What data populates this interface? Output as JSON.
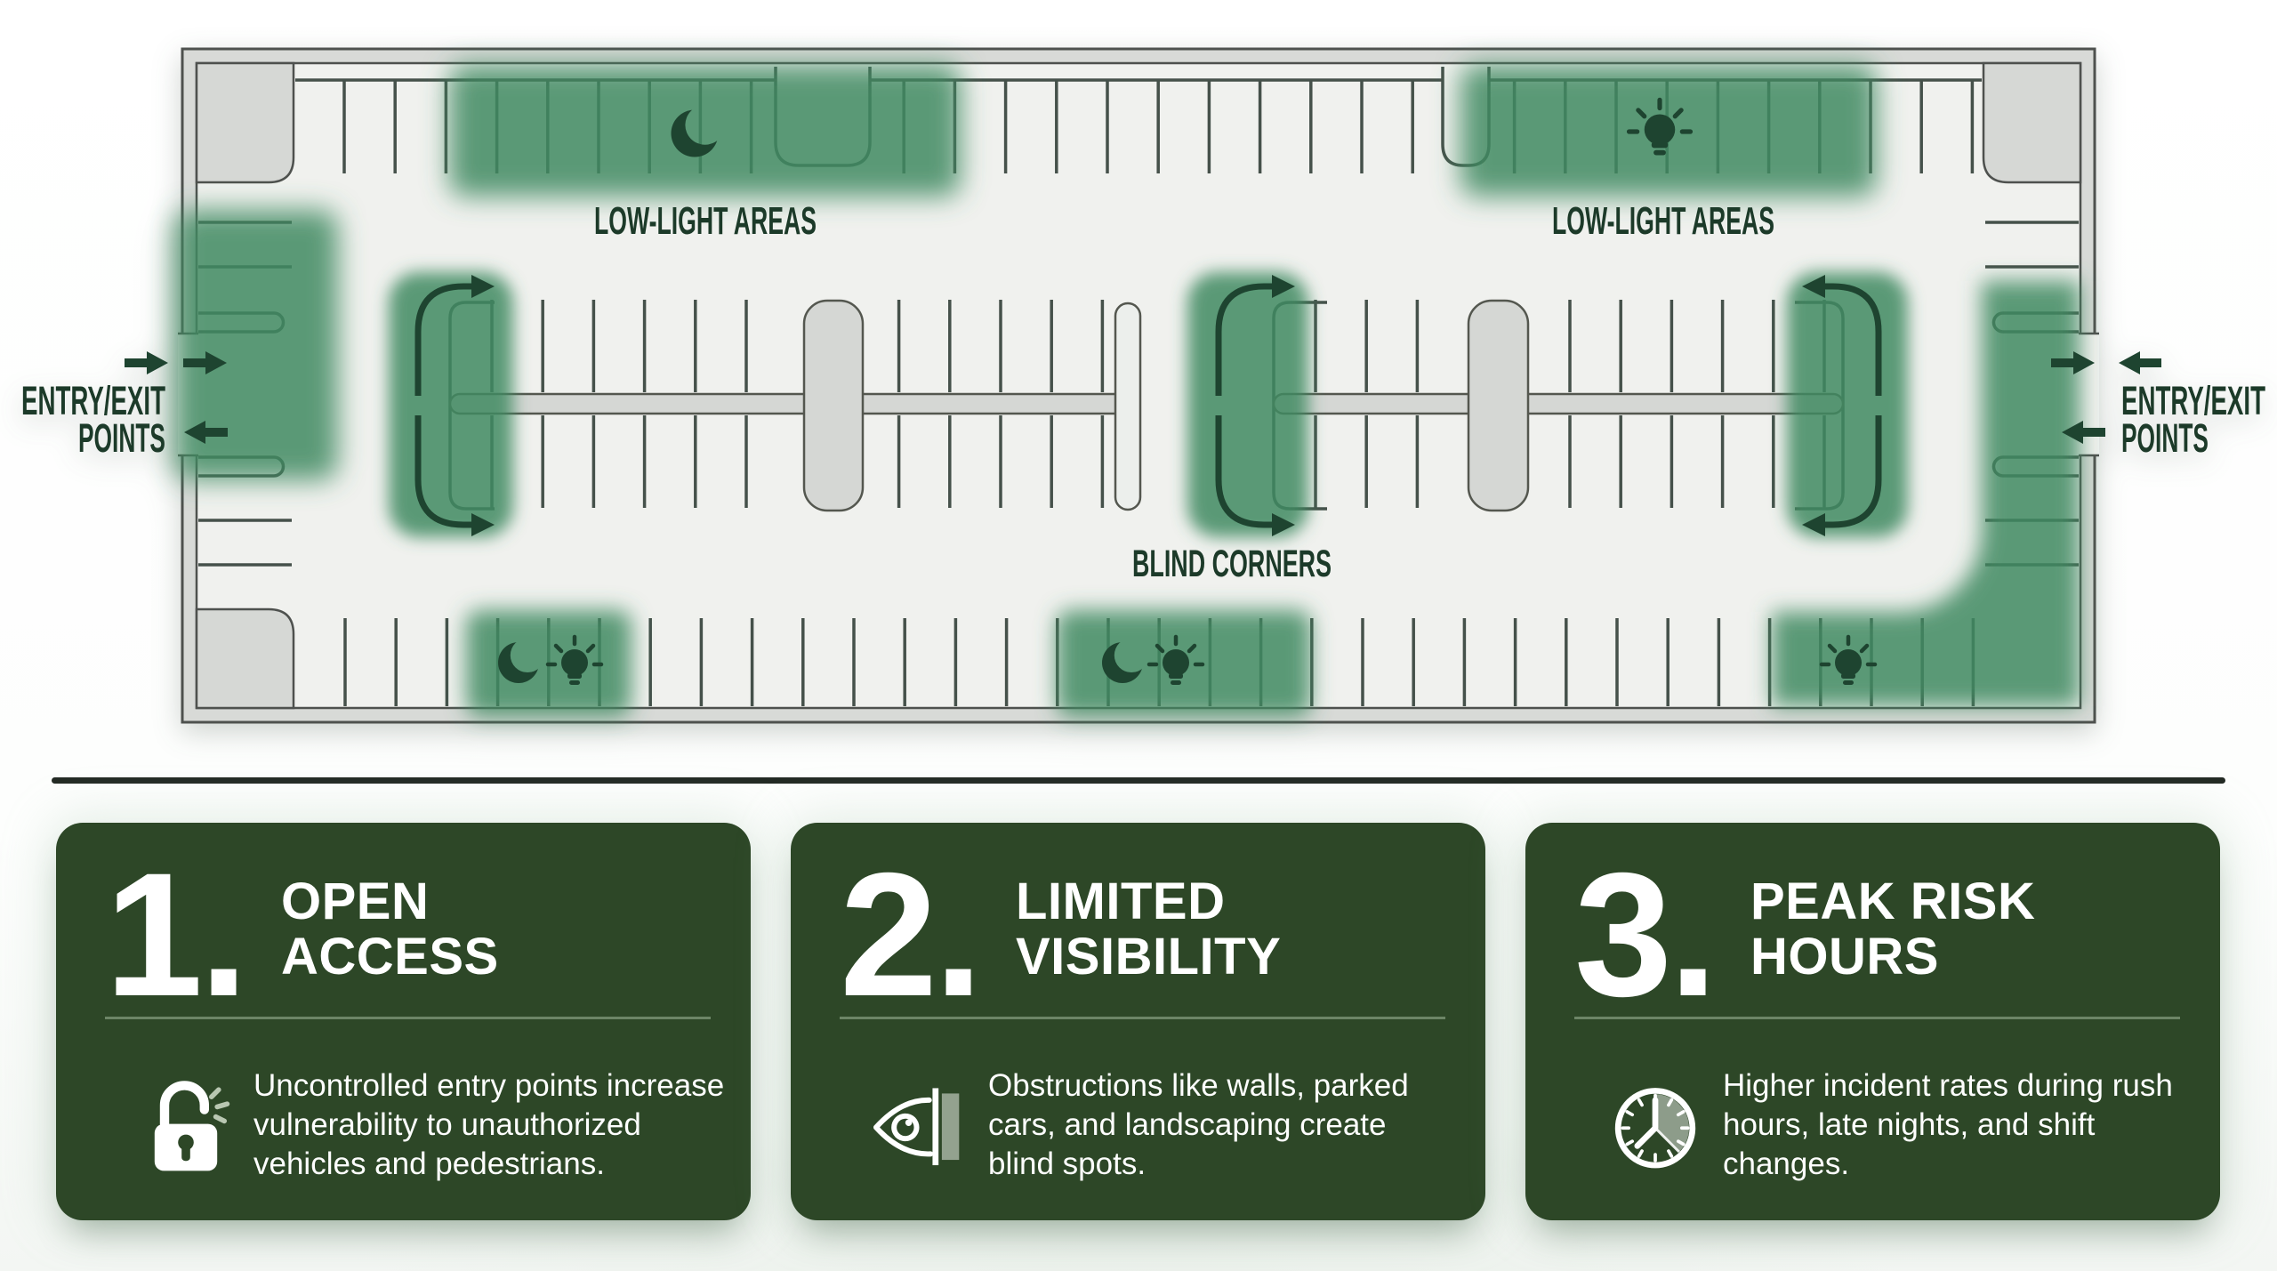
{
  "map": {
    "zones": {
      "low_light_top_left": {
        "label": "LOW-LIGHT AREAS",
        "icons": [
          "moon-icon"
        ]
      },
      "low_light_top_right": {
        "label": "LOW-LIGHT AREAS",
        "icons": [
          "light-bulb-icon"
        ]
      },
      "blind_corners": {
        "label": "BLIND CORNERS",
        "icons": [
          "u-turn-arrow-icon"
        ]
      },
      "entry_left": {
        "label_line1": "ENTRY/EXIT",
        "label_line2": "POINTS",
        "icons": [
          "entry-arrow-icon"
        ]
      },
      "entry_right": {
        "label_line1": "ENTRY/EXIT",
        "label_line2": "POINTS",
        "icons": [
          "entry-arrow-icon"
        ]
      },
      "bottom_left_stalls": {
        "icons": [
          "moon-icon",
          "light-bulb-icon"
        ]
      },
      "bottom_center_stalls": {
        "icons": [
          "moon-icon",
          "light-bulb-icon"
        ]
      },
      "bottom_right_stalls": {
        "icons": [
          "light-bulb-icon"
        ]
      }
    },
    "colors": {
      "zone_green": "#579b74",
      "label_green": "#1c3a29",
      "arrow_green": "#1e4430",
      "lot_background": "#f0f1ee",
      "wall_fill": "#d8dad7",
      "wall_stroke": "#4e514e",
      "stall_line": "#45514a"
    }
  },
  "card_style": {
    "background": "#2d4727",
    "text": "#ffffff",
    "divider_line": "rgba(186,208,180,0.45)"
  },
  "cards": [
    {
      "number": "1.",
      "title_line1": "OPEN",
      "title_line2": "ACCESS",
      "icon": "unlocked-padlock-icon",
      "body": "Uncontrolled entry points increase vulnerability to unauthorized vehicles and pedestrians."
    },
    {
      "number": "2.",
      "title_line1": "LIMITED",
      "title_line2": "VISIBILITY",
      "icon": "obstructed-eye-icon",
      "body": "Obstructions like walls, parked cars, and landscaping create blind spots."
    },
    {
      "number": "3.",
      "title_line1": "PEAK RISK",
      "title_line2": "HOURS",
      "icon": "clock-icon",
      "body": "Higher incident rates during rush hours, late nights, and shift changes."
    }
  ]
}
